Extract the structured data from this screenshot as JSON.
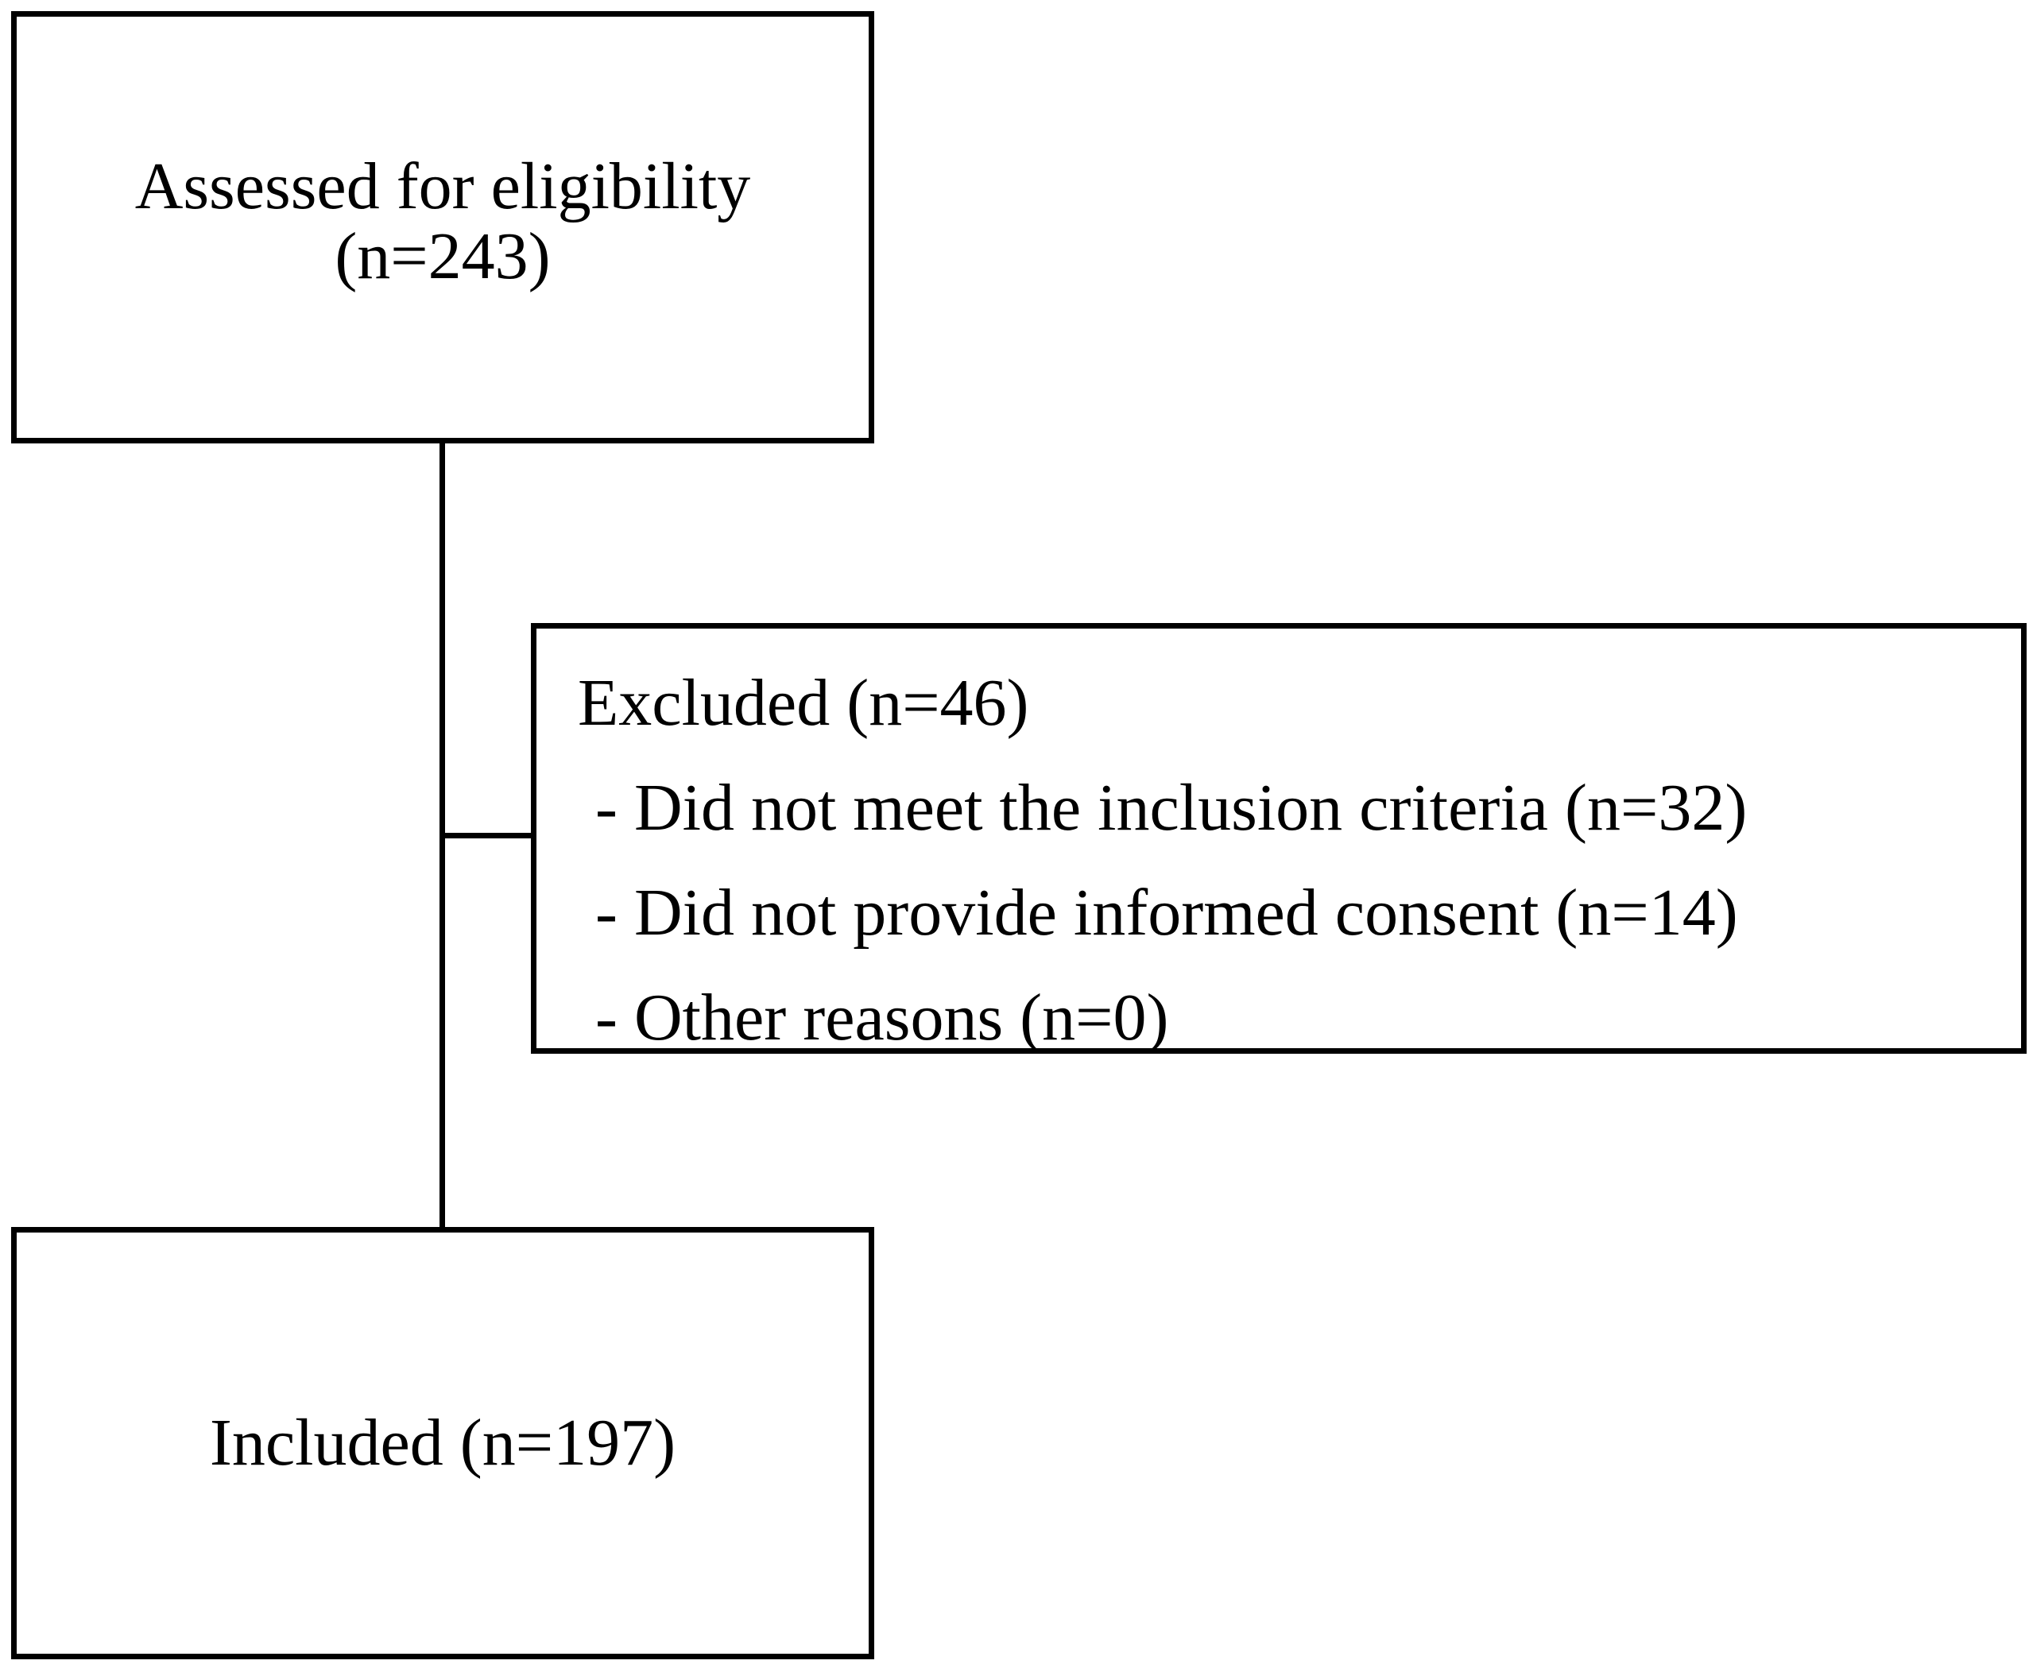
{
  "flow": {
    "assessed": {
      "line1": "Assessed for eligibility",
      "line2": "(n=243)"
    },
    "excluded": {
      "heading": "Excluded (n=46)",
      "reasons": [
        "- Did not meet the inclusion criteria (n=32)",
        "- Did not provide informed consent (n=14)",
        "- Other reasons (n=0)"
      ]
    },
    "included": {
      "label": "Included (n=197)"
    }
  },
  "colors": {
    "stroke": "#000000",
    "background": "#ffffff"
  }
}
